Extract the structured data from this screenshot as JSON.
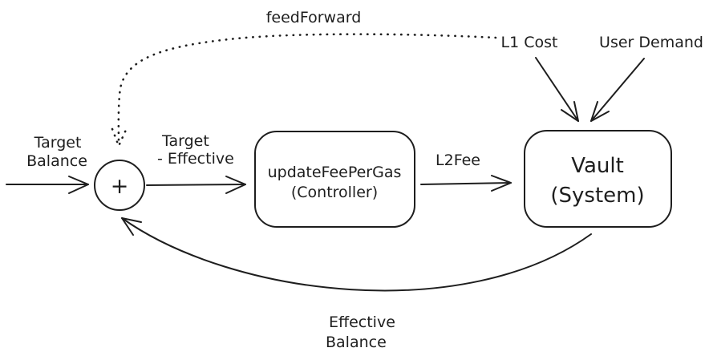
{
  "diagram": {
    "type": "control-loop-flowchart",
    "colors": {
      "stroke": "#1e1e1e",
      "background": "#ffffff"
    },
    "nodes": {
      "sum_junction": {
        "symbol": "+"
      },
      "controller": {
        "line1": "updateFeePerGas",
        "line2": "(Controller)"
      },
      "vault": {
        "line1": "Vault",
        "line2": "(System)"
      }
    },
    "labels": {
      "feed_forward": "feedForward",
      "l1_cost": "L1 Cost",
      "user_demand": "User Demand",
      "target_balance_line1": "Target",
      "target_balance_line2": "Balance",
      "error_line1": "Target",
      "error_line2": "- Effective",
      "l2_fee": "L2Fee",
      "effective_balance_line1": "Effective",
      "effective_balance_line2": "Balance"
    },
    "edges": [
      {
        "from": "target-balance-input",
        "to": "sum-junction",
        "style": "solid",
        "label": "Target Balance"
      },
      {
        "from": "sum-junction",
        "to": "controller",
        "style": "solid",
        "label": "Target - Effective"
      },
      {
        "from": "controller",
        "to": "vault",
        "style": "solid",
        "label": "L2Fee"
      },
      {
        "from": "l1-cost",
        "to": "vault",
        "style": "solid",
        "label": ""
      },
      {
        "from": "user-demand",
        "to": "vault",
        "style": "solid",
        "label": ""
      },
      {
        "from": "l1-cost",
        "to": "sum-junction",
        "style": "dotted",
        "label": "feedForward"
      },
      {
        "from": "vault",
        "to": "sum-junction",
        "style": "curved",
        "label": "Effective Balance"
      }
    ]
  }
}
